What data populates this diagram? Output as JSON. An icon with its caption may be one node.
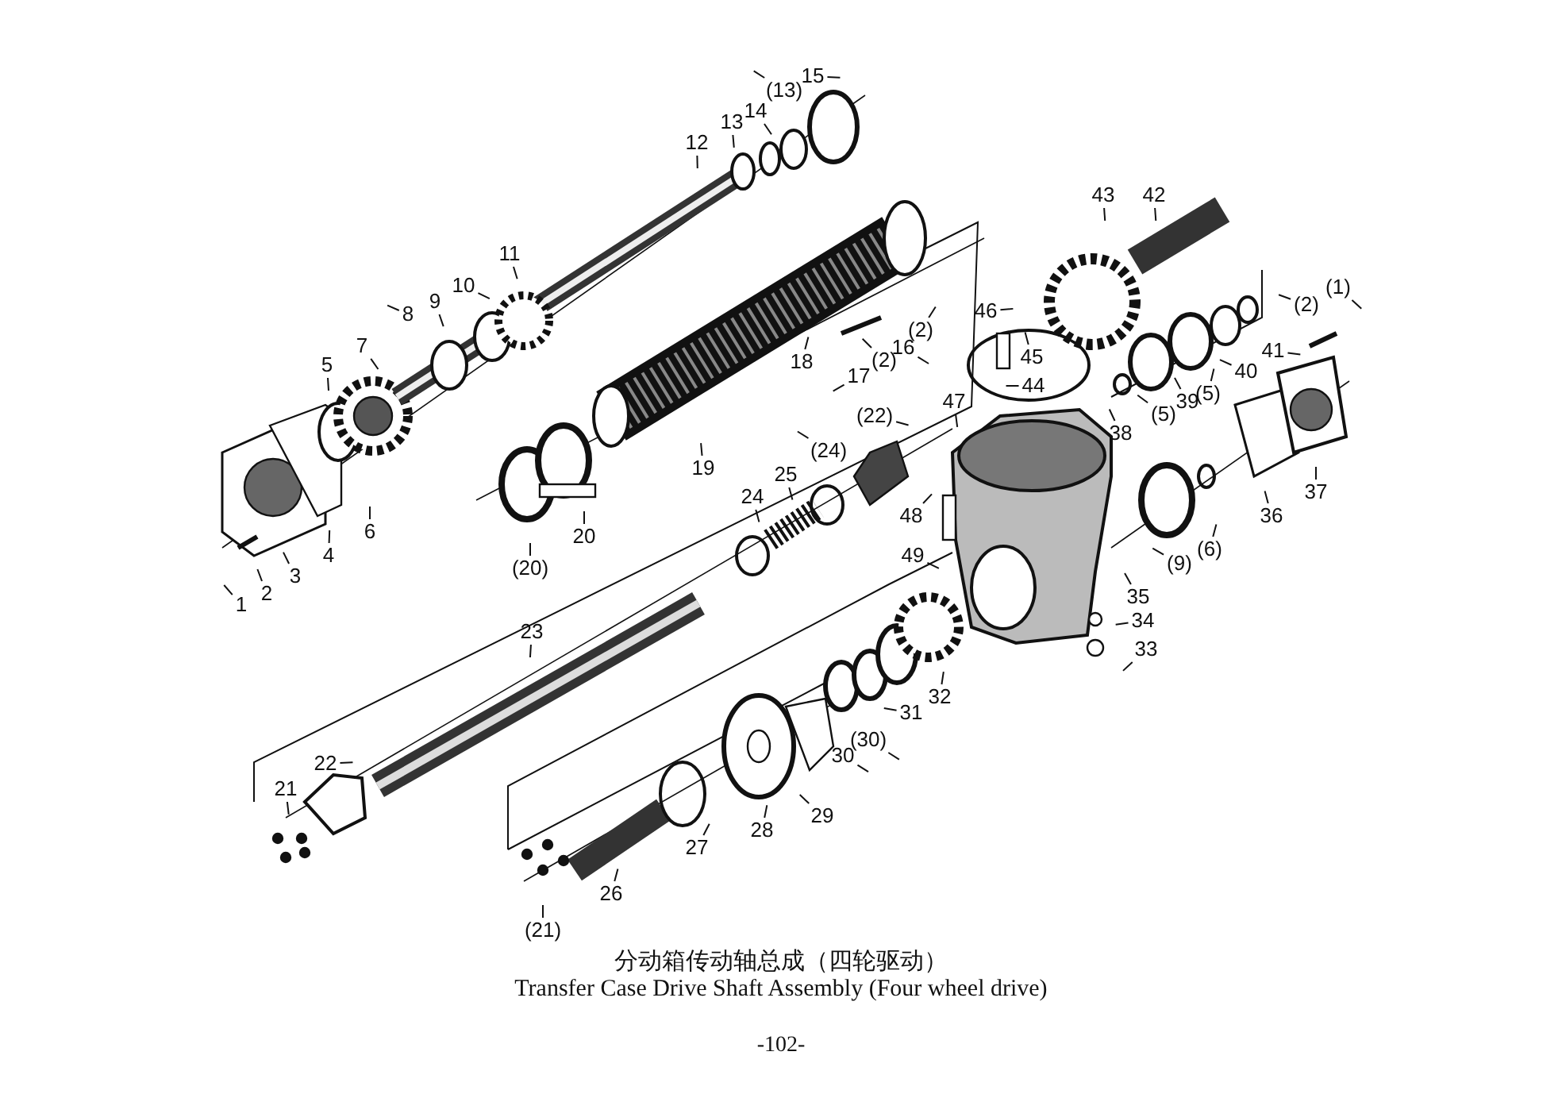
{
  "diagram": {
    "title": "分动箱传动轴总成（四轮驱动）",
    "caption": "Transfer Case Drive Shaft Assembly (Four wheel drive)",
    "nodes": [
      {
        "text": [
          "1"
        ]
      },
      {
        "text": [
          "2"
        ]
      },
      {
        "text": [
          "3"
        ]
      },
      {
        "text": [
          "4"
        ]
      },
      {
        "text": [
          "5"
        ]
      },
      {
        "text": [
          "6"
        ]
      },
      {
        "text": [
          "7"
        ]
      },
      {
        "text": [
          "8"
        ]
      },
      {
        "text": [
          "9"
        ]
      },
      {
        "text": [
          "10"
        ]
      },
      {
        "text": [
          "11"
        ]
      },
      {
        "text": [
          "12"
        ]
      },
      {
        "text": [
          "13"
        ]
      },
      {
        "text": [
          "14"
        ]
      },
      {
        "text": [
          "(13)"
        ]
      },
      {
        "text": [
          "15"
        ]
      },
      {
        "text": [
          "16"
        ]
      },
      {
        "text": [
          "(2)"
        ]
      },
      {
        "text": [
          "(2)"
        ]
      },
      {
        "text": [
          "17"
        ]
      },
      {
        "text": [
          "18"
        ]
      },
      {
        "text": [
          "19"
        ]
      },
      {
        "text": [
          "20"
        ]
      },
      {
        "text": [
          "(20)"
        ]
      },
      {
        "text": [
          "(22)"
        ]
      },
      {
        "text": [
          "(24)"
        ]
      },
      {
        "text": [
          "25"
        ]
      },
      {
        "text": [
          "24"
        ]
      },
      {
        "text": [
          "47"
        ]
      },
      {
        "text": [
          "48"
        ]
      },
      {
        "text": [
          "49"
        ]
      },
      {
        "text": [
          "46"
        ]
      },
      {
        "text": [
          "45"
        ]
      },
      {
        "text": [
          "44"
        ]
      },
      {
        "text": [
          "43"
        ]
      },
      {
        "text": [
          "42"
        ]
      },
      {
        "text": [
          "38"
        ]
      },
      {
        "text": [
          "(5)"
        ]
      },
      {
        "text": [
          "39"
        ]
      },
      {
        "text": [
          "(5)"
        ]
      },
      {
        "text": [
          "40"
        ]
      },
      {
        "text": [
          "41"
        ]
      },
      {
        "text": [
          "(2)"
        ]
      },
      {
        "text": [
          "(1)"
        ]
      },
      {
        "text": [
          "36"
        ]
      },
      {
        "text": [
          "37"
        ]
      },
      {
        "text": [
          "(9)"
        ]
      },
      {
        "text": [
          "(6)"
        ]
      },
      {
        "text": [
          "35"
        ]
      },
      {
        "text": [
          "34"
        ]
      },
      {
        "text": [
          "33"
        ]
      },
      {
        "text": [
          "23"
        ]
      },
      {
        "text": [
          "22"
        ]
      },
      {
        "text": [
          "21"
        ]
      },
      {
        "text": [
          "26"
        ]
      },
      {
        "text": [
          "27"
        ]
      },
      {
        "text": [
          "28"
        ]
      },
      {
        "text": [
          "29"
        ]
      },
      {
        "text": [
          "30"
        ]
      },
      {
        "text": [
          "(30)"
        ]
      },
      {
        "text": [
          "31"
        ]
      },
      {
        "text": [
          "32"
        ]
      },
      {
        "text": [
          "(21)"
        ]
      }
    ],
    "edges": [
      {
        "from": 0,
        "to": null,
        "arrow": "none"
      },
      {
        "from": 1,
        "to": null,
        "arrow": "none"
      },
      {
        "from": 2,
        "to": null,
        "arrow": "none"
      },
      {
        "from": 3,
        "to": null,
        "arrow": "none"
      },
      {
        "from": 4,
        "to": null,
        "arrow": "none"
      },
      {
        "from": 5,
        "to": null,
        "arrow": "none"
      },
      {
        "from": 6,
        "to": null,
        "arrow": "none"
      },
      {
        "from": 7,
        "to": null,
        "arrow": "none"
      },
      {
        "from": 8,
        "to": null,
        "arrow": "none"
      },
      {
        "from": 9,
        "to": null,
        "arrow": "none"
      },
      {
        "from": 10,
        "to": null,
        "arrow": "none"
      },
      {
        "from": 11,
        "to": null,
        "arrow": "none"
      },
      {
        "from": 12,
        "to": null,
        "arrow": "none"
      },
      {
        "from": 13,
        "to": null,
        "arrow": "none"
      },
      {
        "from": 14,
        "to": null,
        "arrow": "none"
      },
      {
        "from": 15,
        "to": null,
        "arrow": "none"
      },
      {
        "from": 16,
        "to": null,
        "arrow": "none"
      },
      {
        "from": 17,
        "to": null,
        "arrow": "none"
      },
      {
        "from": 18,
        "to": null,
        "arrow": "none"
      },
      {
        "from": 19,
        "to": null,
        "arrow": "none"
      },
      {
        "from": 20,
        "to": null,
        "arrow": "none"
      },
      {
        "from": 21,
        "to": null,
        "arrow": "none"
      },
      {
        "from": 22,
        "to": null,
        "arrow": "none"
      },
      {
        "from": 23,
        "to": null,
        "arrow": "none"
      },
      {
        "from": 24,
        "to": null,
        "arrow": "none"
      },
      {
        "from": 25,
        "to": null,
        "arrow": "none"
      },
      {
        "from": 26,
        "to": null,
        "arrow": "none"
      },
      {
        "from": 27,
        "to": null,
        "arrow": "none"
      },
      {
        "from": 28,
        "to": null,
        "arrow": "none"
      },
      {
        "from": 29,
        "to": null,
        "arrow": "none"
      },
      {
        "from": 30,
        "to": null,
        "arrow": "none"
      },
      {
        "from": 31,
        "to": null,
        "arrow": "none"
      },
      {
        "from": 32,
        "to": null,
        "arrow": "none"
      },
      {
        "from": 33,
        "to": null,
        "arrow": "none"
      },
      {
        "from": 34,
        "to": null,
        "arrow": "none"
      },
      {
        "from": 35,
        "to": null,
        "arrow": "none"
      },
      {
        "from": 36,
        "to": null,
        "arrow": "none"
      },
      {
        "from": 37,
        "to": null,
        "arrow": "none"
      },
      {
        "from": 38,
        "to": null,
        "arrow": "none"
      },
      {
        "from": 39,
        "to": null,
        "arrow": "none"
      },
      {
        "from": 40,
        "to": null,
        "arrow": "none"
      },
      {
        "from": 41,
        "to": null,
        "arrow": "none"
      },
      {
        "from": 42,
        "to": null,
        "arrow": "none"
      },
      {
        "from": 43,
        "to": null,
        "arrow": "none"
      },
      {
        "from": 44,
        "to": null,
        "arrow": "none"
      },
      {
        "from": 45,
        "to": null,
        "arrow": "none"
      },
      {
        "from": 46,
        "to": null,
        "arrow": "none"
      },
      {
        "from": 47,
        "to": null,
        "arrow": "none"
      },
      {
        "from": 48,
        "to": null,
        "arrow": "none"
      },
      {
        "from": 49,
        "to": null,
        "arrow": "none"
      },
      {
        "from": 50,
        "to": null,
        "arrow": "none"
      },
      {
        "from": 51,
        "to": null,
        "arrow": "none"
      },
      {
        "from": 52,
        "to": null,
        "arrow": "none"
      },
      {
        "from": 53,
        "to": null,
        "arrow": "none"
      },
      {
        "from": 54,
        "to": null,
        "arrow": "none"
      },
      {
        "from": 55,
        "to": null,
        "arrow": "none"
      },
      {
        "from": 56,
        "to": null,
        "arrow": "none"
      },
      {
        "from": 57,
        "to": null,
        "arrow": "none"
      },
      {
        "from": 58,
        "to": null,
        "arrow": "none"
      },
      {
        "from": 59,
        "to": null,
        "arrow": "none"
      },
      {
        "from": 60,
        "to": null,
        "arrow": "none"
      },
      {
        "from": 61,
        "to": null,
        "arrow": "none"
      },
      {
        "from": 62,
        "to": null,
        "arrow": "none"
      }
    ],
    "labels": [
      "-102-"
    ]
  }
}
